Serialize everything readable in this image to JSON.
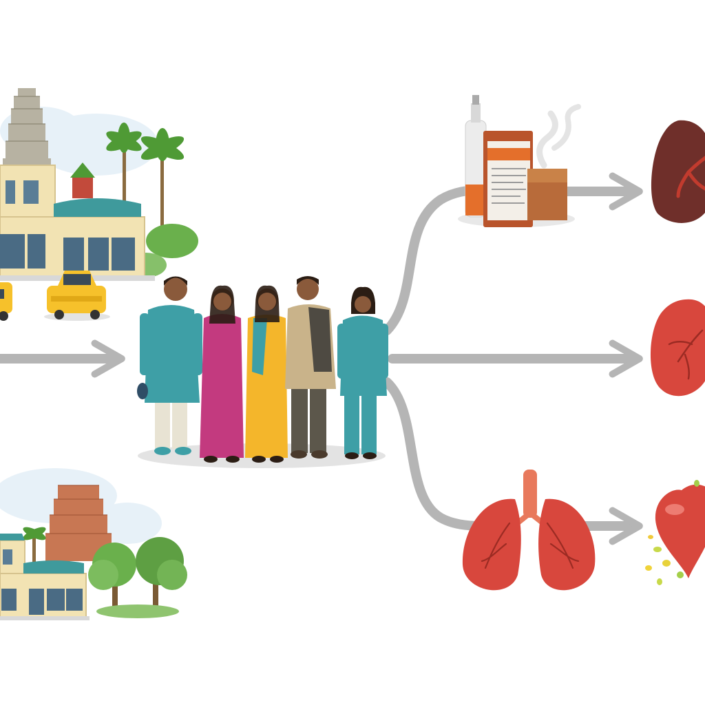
{
  "diagram": {
    "colors": {
      "arrow": "#b5b5b5",
      "building": "#f2e3b3",
      "roof": "#3f9a9c",
      "taxi": "#f6c12b",
      "palm": "#4f9a35",
      "temple_grey": "#b7b2a2",
      "temple_red": "#c87753",
      "skin": "#8a5a3b",
      "teal_outfit": "#3e9fa6",
      "magenta_sari": "#c33a7f",
      "yellow_sari": "#f4b62b",
      "khaki": "#c9b38a",
      "organ_red": "#d8473d",
      "liver": "#6f2f2a",
      "packet_orange": "#e46f2b",
      "smoke": "#e4e4e4"
    },
    "nodes": [
      {
        "id": "urban-scene",
        "icon": "city-temple-taxi-icon"
      },
      {
        "id": "rural-scene",
        "icon": "village-temple-trees-icon"
      },
      {
        "id": "population-group",
        "icon": "people-group-icon"
      },
      {
        "id": "risk-factors",
        "icon": "tobacco-alcohol-icon"
      },
      {
        "id": "liver",
        "icon": "liver-icon"
      },
      {
        "id": "kidney",
        "icon": "kidney-icon"
      },
      {
        "id": "lungs",
        "icon": "lungs-icon"
      },
      {
        "id": "heart",
        "icon": "heart-icon"
      }
    ]
  }
}
